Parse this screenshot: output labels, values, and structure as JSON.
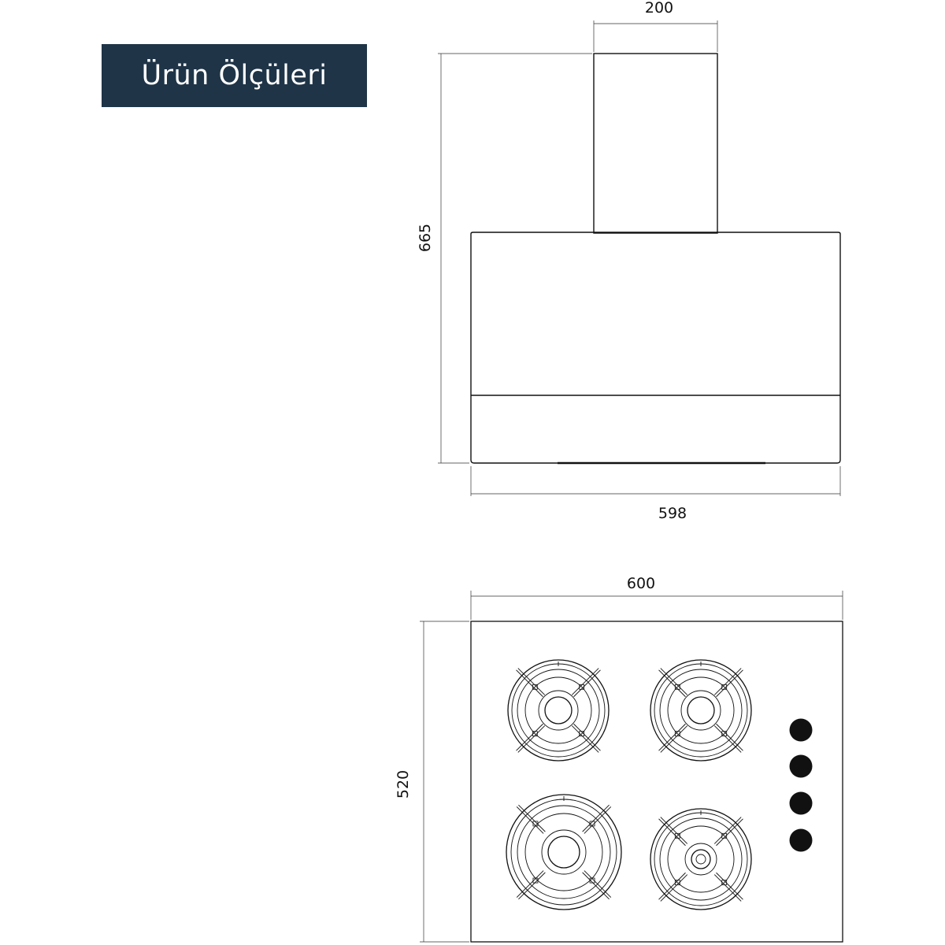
{
  "title": "Ürün Ölçüleri",
  "colors": {
    "title_bg": "#1f3447",
    "title_fg": "#ffffff",
    "line": "#111111"
  },
  "hood": {
    "chimney_width": "200",
    "total_height": "665",
    "body_width": "598"
  },
  "hob": {
    "width": "600",
    "depth": "520",
    "burner_count": 4,
    "knob_count": 4
  }
}
